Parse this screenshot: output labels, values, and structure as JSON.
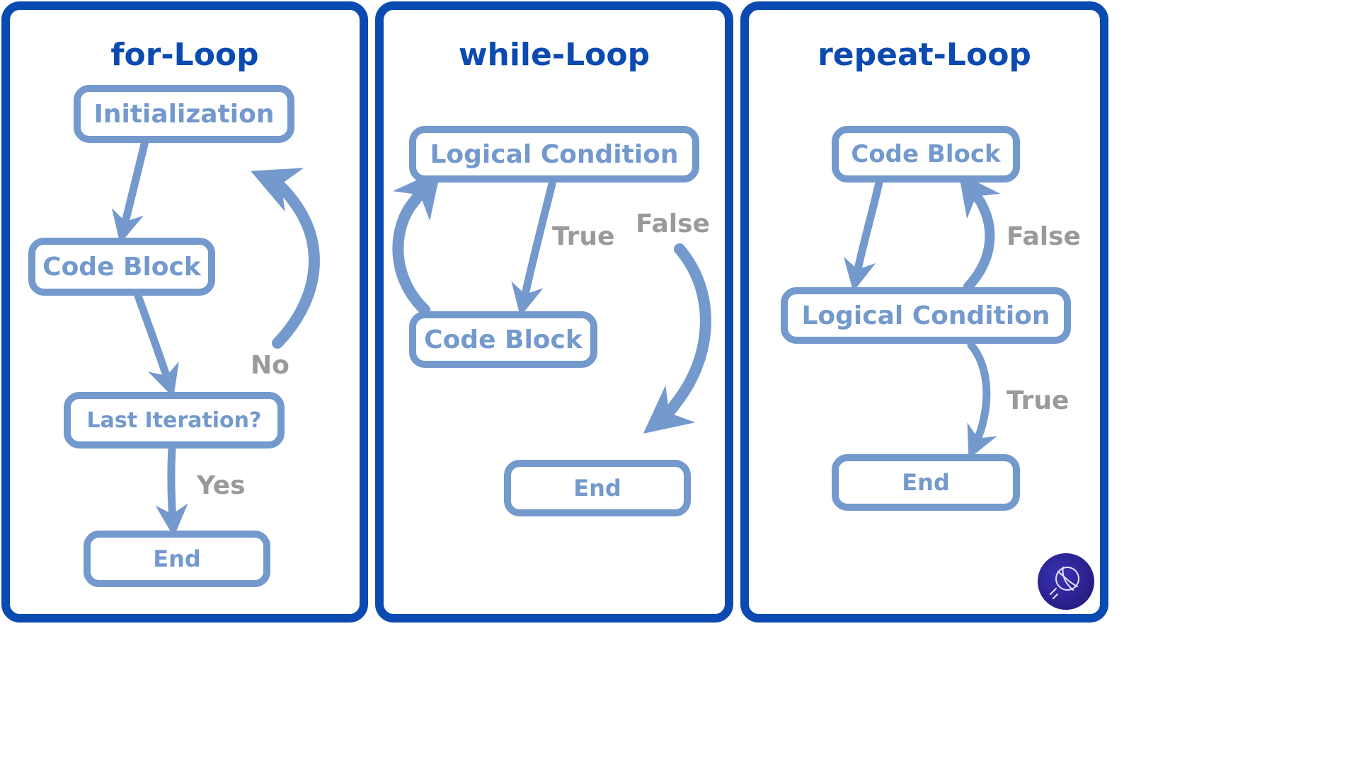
{
  "colors": {
    "frame": "#0b4ab0",
    "node": "#7399cd",
    "edge_label": "#9a9a9a",
    "logo_bg": "#231c86"
  },
  "panels": [
    {
      "title": "for-Loop",
      "nodes": [
        "Initialization",
        "Code Block",
        "Last Iteration?",
        "End"
      ],
      "edge_labels": [
        "No",
        "Yes"
      ]
    },
    {
      "title": "while-Loop",
      "nodes": [
        "Logical Condition",
        "Code Block",
        "End"
      ],
      "edge_labels": [
        "True",
        "False"
      ]
    },
    {
      "title": "repeat-Loop",
      "nodes": [
        "Code Block",
        "Logical Condition",
        "End"
      ],
      "edge_labels": [
        "False",
        "True"
      ]
    }
  ],
  "logo": {
    "icon": "globe-logo-icon"
  }
}
